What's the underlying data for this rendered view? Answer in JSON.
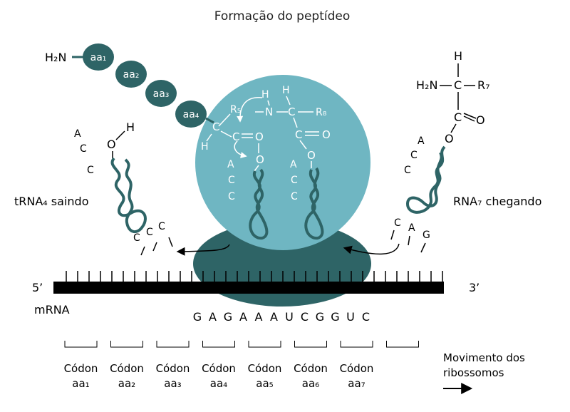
{
  "title": "Formação do peptídeo",
  "colors": {
    "dark_teal": "#2e6466",
    "light_teal": "#6fb6c2",
    "black": "#000000",
    "white": "#ffffff"
  },
  "chain": {
    "h2n": "H₂N",
    "amino_acids": [
      "aa₁",
      "aa₂",
      "aa₃",
      "aa₄"
    ]
  },
  "ribosome_chem": {
    "left": {
      "r": "R₅",
      "h_left": "H",
      "h_top": "H",
      "n": "N",
      "c1": "C",
      "c2": "C",
      "o1": "O",
      "o2": "O",
      "a": "A",
      "c3": "C",
      "c4": "C"
    },
    "right": {
      "h": "H",
      "c1": "C",
      "r": "R₈",
      "c2": "C",
      "o1": "O",
      "o2": "O",
      "a": "A",
      "c3": "C",
      "c4": "C"
    }
  },
  "incoming": {
    "h": "H",
    "h2n": "H₂N",
    "c": "C",
    "r": "R₇",
    "c2": "C",
    "o1": "O",
    "o2": "O",
    "tail": [
      "A",
      "C",
      "C"
    ],
    "anticodon": [
      "C",
      "A",
      "G"
    ],
    "label": "RNA₇ chegando"
  },
  "outgoing": {
    "o": "O",
    "h": "H",
    "tail": [
      "A",
      "C",
      "C"
    ],
    "anticodon": [
      "C",
      "C",
      "C"
    ],
    "label": "tRNA₄ saindo"
  },
  "mrna": {
    "five": "5’",
    "three": "3’",
    "label": "mRNA",
    "bases": [
      "G",
      "A",
      "G",
      "A",
      "A",
      "A",
      "U",
      "C",
      "G",
      "G",
      "U",
      "C"
    ]
  },
  "codons": [
    {
      "word": "Códon",
      "aa": "aa₁"
    },
    {
      "word": "Códon",
      "aa": "aa₂"
    },
    {
      "word": "Códon",
      "aa": "aa₃"
    },
    {
      "word": "Códon",
      "aa": "aa₄"
    },
    {
      "word": "Códon",
      "aa": "aa₅"
    },
    {
      "word": "Códon",
      "aa": "aa₆"
    },
    {
      "word": "Códon",
      "aa": "aa₇"
    }
  ],
  "movement": {
    "line1": "Movimento dos",
    "line2": "ribossomos"
  }
}
